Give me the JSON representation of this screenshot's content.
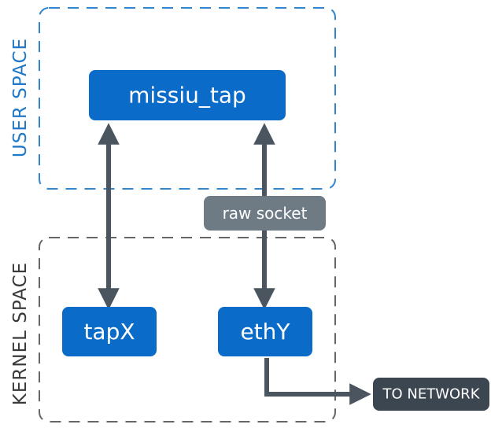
{
  "regions": {
    "user_space": {
      "label": "USER SPACE",
      "color": "#1f78c8"
    },
    "kernel_space": {
      "label": "KERNEL SPACE",
      "color": "#3a3a3a"
    }
  },
  "nodes": {
    "missiu_tap": {
      "label": "missiu_tap"
    },
    "tap_x": {
      "label": "tapX"
    },
    "eth_y": {
      "label": "ethY"
    },
    "raw_socket": {
      "label": "raw socket"
    },
    "to_network": {
      "label": "TO NETWORK"
    }
  },
  "colors": {
    "node_blue": "#0a6cc8",
    "raw_socket_gray": "#6f7b84",
    "network_dark": "#3b4650",
    "arrow": "#4a5560",
    "user_border": "#2f86cf",
    "kernel_border": "#666666"
  }
}
